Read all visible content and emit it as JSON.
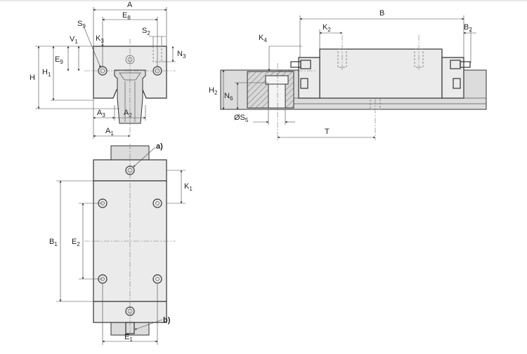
{
  "labels": {
    "A": "A",
    "E8": "E",
    "E8s": "8",
    "S9": "S",
    "S9s": "9",
    "K3": "K",
    "K3s": "3",
    "S2": "S",
    "S2s": "2",
    "V1": "V",
    "V1s": "1",
    "E9": "E",
    "E9s": "9",
    "N3": "N",
    "N3s": "3",
    "H": "H",
    "H1": "H",
    "H1s": "1",
    "A3": "A",
    "A3s": "3",
    "A2": "A",
    "A2s": "2",
    "A1": "A",
    "A1s": "1",
    "B": "B",
    "K4": "K",
    "K4s": "4",
    "K2": "K",
    "K2s": "2",
    "B2": "B",
    "B2s": "2",
    "H2": "H",
    "H2s": "2",
    "N6": "N",
    "N6s": "6",
    "S5": "ØS",
    "S5s": "5",
    "T": "T",
    "a": "a)",
    "K1": "K",
    "K1s": "1",
    "B1": "B",
    "B1s": "1",
    "E2": "E",
    "E2s": "2",
    "b": "b)",
    "E1": "E",
    "E1s": "1"
  }
}
